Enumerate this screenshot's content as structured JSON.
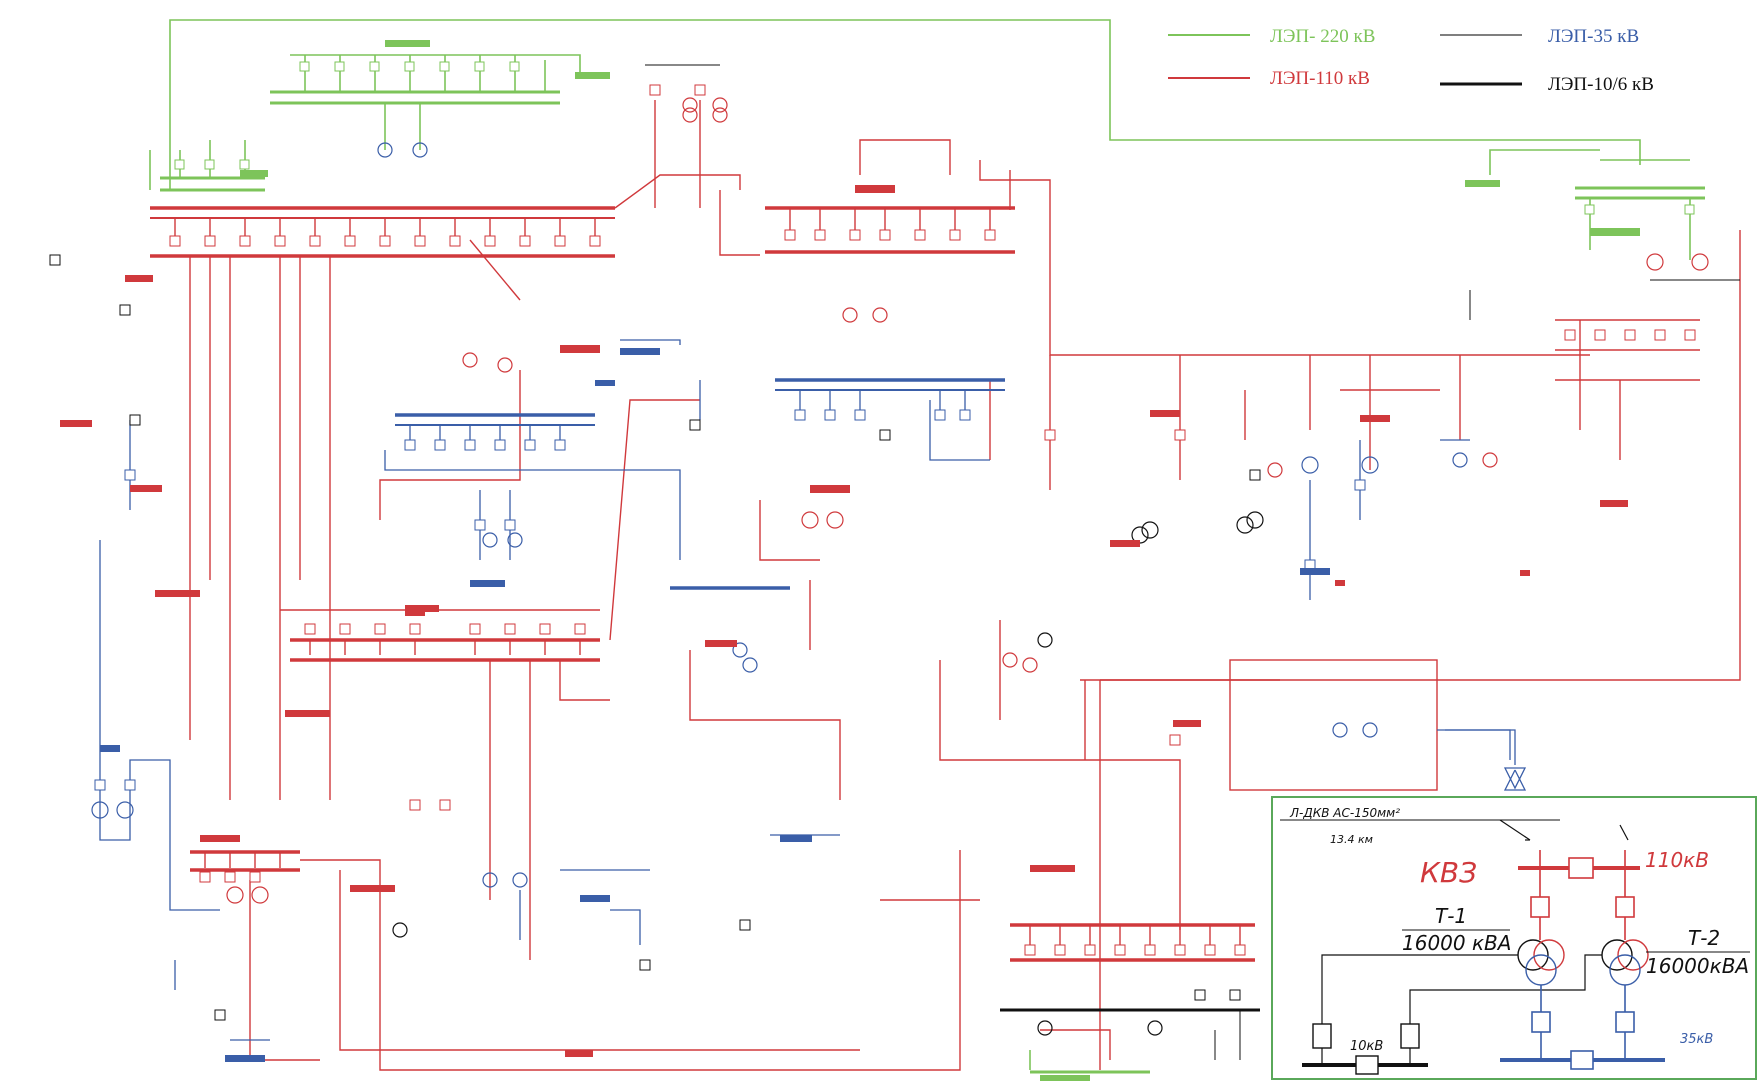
{
  "legend": {
    "items": [
      {
        "label": "ЛЭП- 220 кВ",
        "color": "#7dc45a"
      },
      {
        "label": "ЛЭП-110 кВ",
        "color": "#d0393c"
      },
      {
        "label": "ЛЭП-35 кВ",
        "color": "#3a5ea8"
      },
      {
        "label": "ЛЭП-10/6 кВ",
        "color": "#111111"
      }
    ]
  },
  "inset": {
    "line_label": "Л-ДКВ АС-150мм²",
    "line_length": "13.4 км",
    "substation_name": "КВЗ",
    "voltage_110": "110кВ",
    "t1_name": "Т-1",
    "t1_rating": "16000 кВА",
    "t2_name": "Т-2",
    "t2_rating": "16000кВА",
    "voltage_10": "10кВ",
    "voltage_35": "35кВ"
  },
  "colors": {
    "kv220": "#7dc45a",
    "kv110": "#d0393c",
    "kv35": "#3a5ea8",
    "kv10": "#111111",
    "inset_border": "#5aa85a"
  }
}
